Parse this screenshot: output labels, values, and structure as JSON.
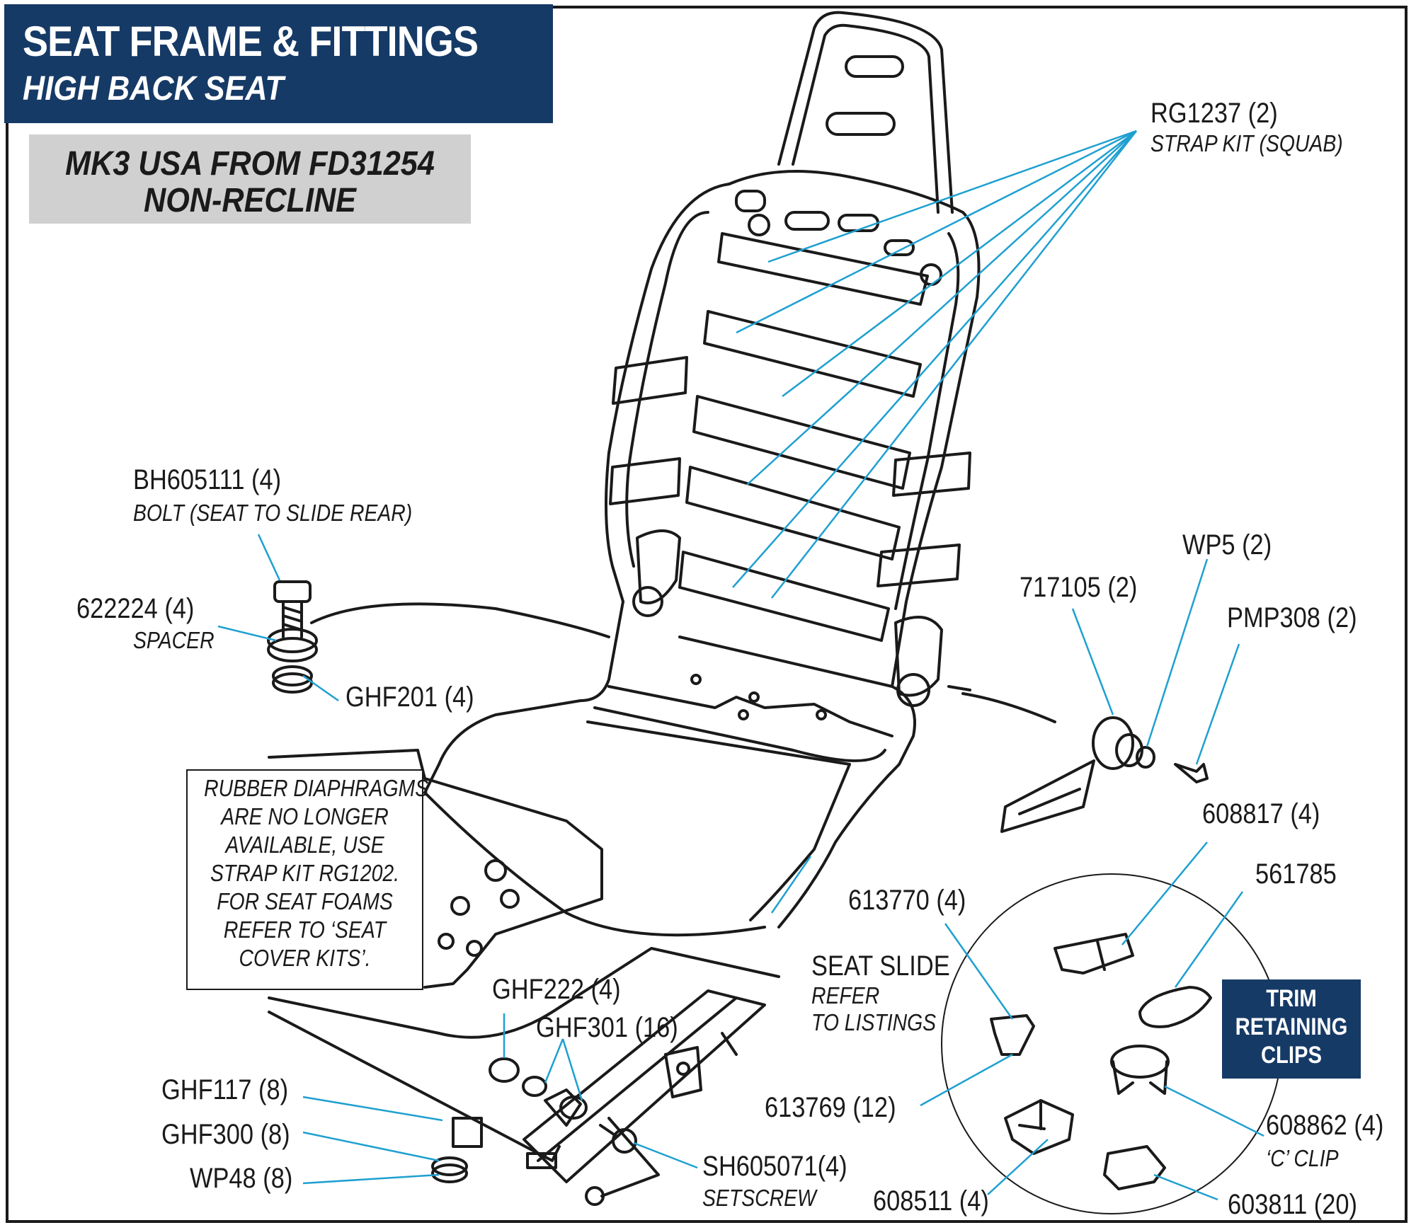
{
  "header": {
    "title": "SEAT FRAME & FITTINGS",
    "subtitle": "HIGH BACK SEAT"
  },
  "model": {
    "line1": "MK3 USA FROM FD31254",
    "line2": "NON-RECLINE"
  },
  "note": {
    "lines": [
      "RUBBER DIAPHRAGMS",
      "ARE NO LONGER",
      "AVAILABLE, USE",
      "STRAP KIT RG1202.",
      "FOR SEAT FOAMS",
      "REFER TO ‘SEAT",
      "COVER KITS’."
    ]
  },
  "clips_panel": {
    "lines": [
      "TRIM",
      "RETAINING",
      "CLIPS"
    ]
  },
  "parts": {
    "rg1237": {
      "label": "RG1237 (2)",
      "desc": "STRAP KIT (SQUAB)"
    },
    "bh605111": {
      "label": "BH605111 (4)",
      "desc": "BOLT (SEAT TO SLIDE REAR)"
    },
    "p622224": {
      "label": "622224 (4)",
      "desc": "SPACER"
    },
    "ghf201": {
      "label": "GHF201 (4)"
    },
    "p717105": {
      "label": "717105 (2)"
    },
    "wp5": {
      "label": "WP5 (2)"
    },
    "pmp308": {
      "label": "PMP308 (2)"
    },
    "p608817": {
      "label": "608817 (4)"
    },
    "p561785": {
      "label": "561785"
    },
    "p613770": {
      "label": "613770 (4)"
    },
    "seat_slide": {
      "label": "SEAT SLIDE",
      "desc1": "REFER",
      "desc2": "TO LISTINGS"
    },
    "ghf222": {
      "label": "GHF222 (4)"
    },
    "ghf301": {
      "label": "GHF301 (16)"
    },
    "ghf117": {
      "label": "GHF117 (8)"
    },
    "ghf300": {
      "label": "GHF300 (8)"
    },
    "wp48": {
      "label": "WP48 (8)"
    },
    "sh605071": {
      "label": "SH605071(4)",
      "desc": "SETSCREW"
    },
    "p613769": {
      "label": "613769 (12)"
    },
    "p608862": {
      "label": "608862 (4)",
      "desc": "‘C’ CLIP"
    },
    "p608511": {
      "label": "608511 (4)"
    },
    "p603811": {
      "label": "603811 (20)"
    }
  },
  "colors": {
    "header_bg": "#163a66",
    "model_bg": "#d0d0d0",
    "leader_line": "#1ea0d0",
    "drawing": "#1a1a1a"
  }
}
